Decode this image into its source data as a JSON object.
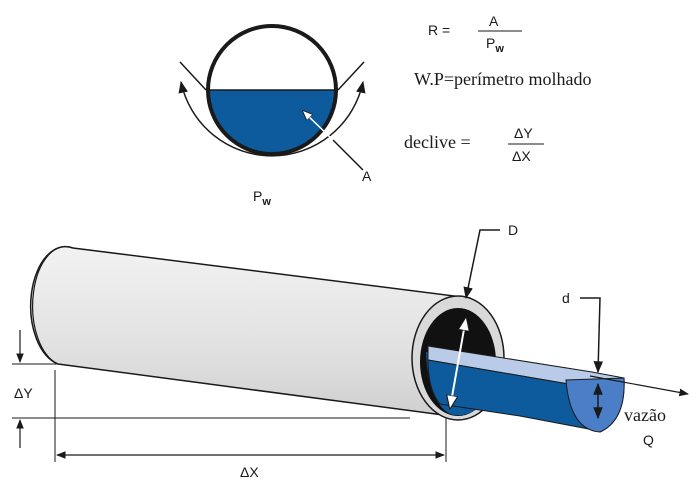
{
  "formulas": {
    "r_left": "R =",
    "r_num": "A",
    "r_den_main": "P",
    "r_den_sub": "w",
    "wp_line": "W.P=perímetro molhado",
    "declive_left": "declive =",
    "declive_num": "ΔY",
    "declive_den": "ΔX"
  },
  "section": {
    "area_label": "A",
    "perimeter_main": "P",
    "perimeter_sub": "w"
  },
  "pipe": {
    "diameter_label": "D",
    "depth_label": "d",
    "dy_label": "ΔY",
    "dx_label": "ΔX",
    "flow_label": "vazão",
    "flow_symbol": "Q"
  },
  "colors": {
    "water": "#0d5a9c",
    "water_top": "#b9cbe8",
    "pipe_body": "#e3e3e3",
    "outline": "#1a1a1a"
  }
}
